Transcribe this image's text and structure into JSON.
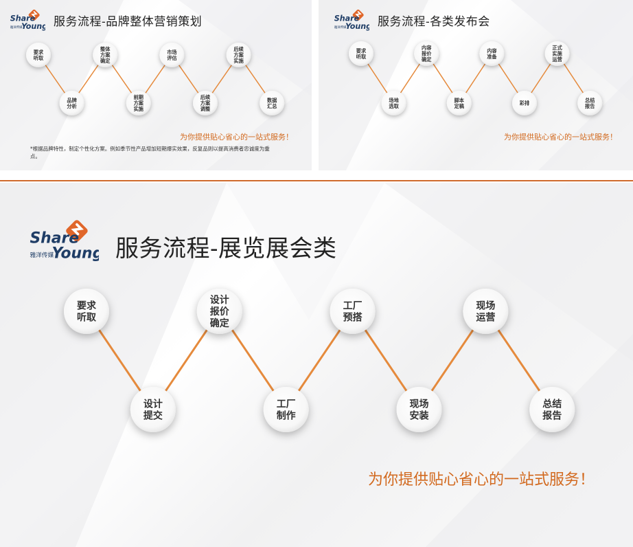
{
  "brand": {
    "name_line1": "Share",
    "name_line2": "Young",
    "tagline": "雅洋传媒",
    "accent_color": "#e0662a",
    "navy_color": "#1f3d66"
  },
  "line_color": "#e58a3c",
  "slides": [
    {
      "title": "服务流程-品牌整体营销策划",
      "steps": [
        "要求\n听取",
        "品牌\n分析",
        "整体\n方案\n确定",
        "前期\n方案\n实施",
        "市场\n评估",
        "后续\n方案\n调整",
        "后续\n方案\n实施",
        "数据\n汇总"
      ],
      "slogan": "为你提供贴心省心的一站式服务！",
      "note": "*根据品牌特性，制定个性化方案。例如季节性产品增加短期爆实效果，反复品则以提高消费者忠诚度为重点。"
    },
    {
      "title": "服务流程-各类发布会",
      "steps": [
        "要求\n听取",
        "场地\n选取",
        "内容\n报价\n确定",
        "脚本\n定稿",
        "内容\n准备",
        "彩排",
        "正式\n实施\n运营",
        "总结\n报告"
      ],
      "slogan": "为你提供贴心省心的一站式服务！"
    },
    {
      "title": "服务流程-展览展会类",
      "steps": [
        "要求\n听取",
        "设计\n提交",
        "设计\n报价\n确定",
        "工厂\n制作",
        "工厂\n预搭",
        "现场\n安装",
        "现场\n运营",
        "总结\n报告"
      ],
      "slogan": "为你提供贴心省心的一站式服务！"
    }
  ]
}
